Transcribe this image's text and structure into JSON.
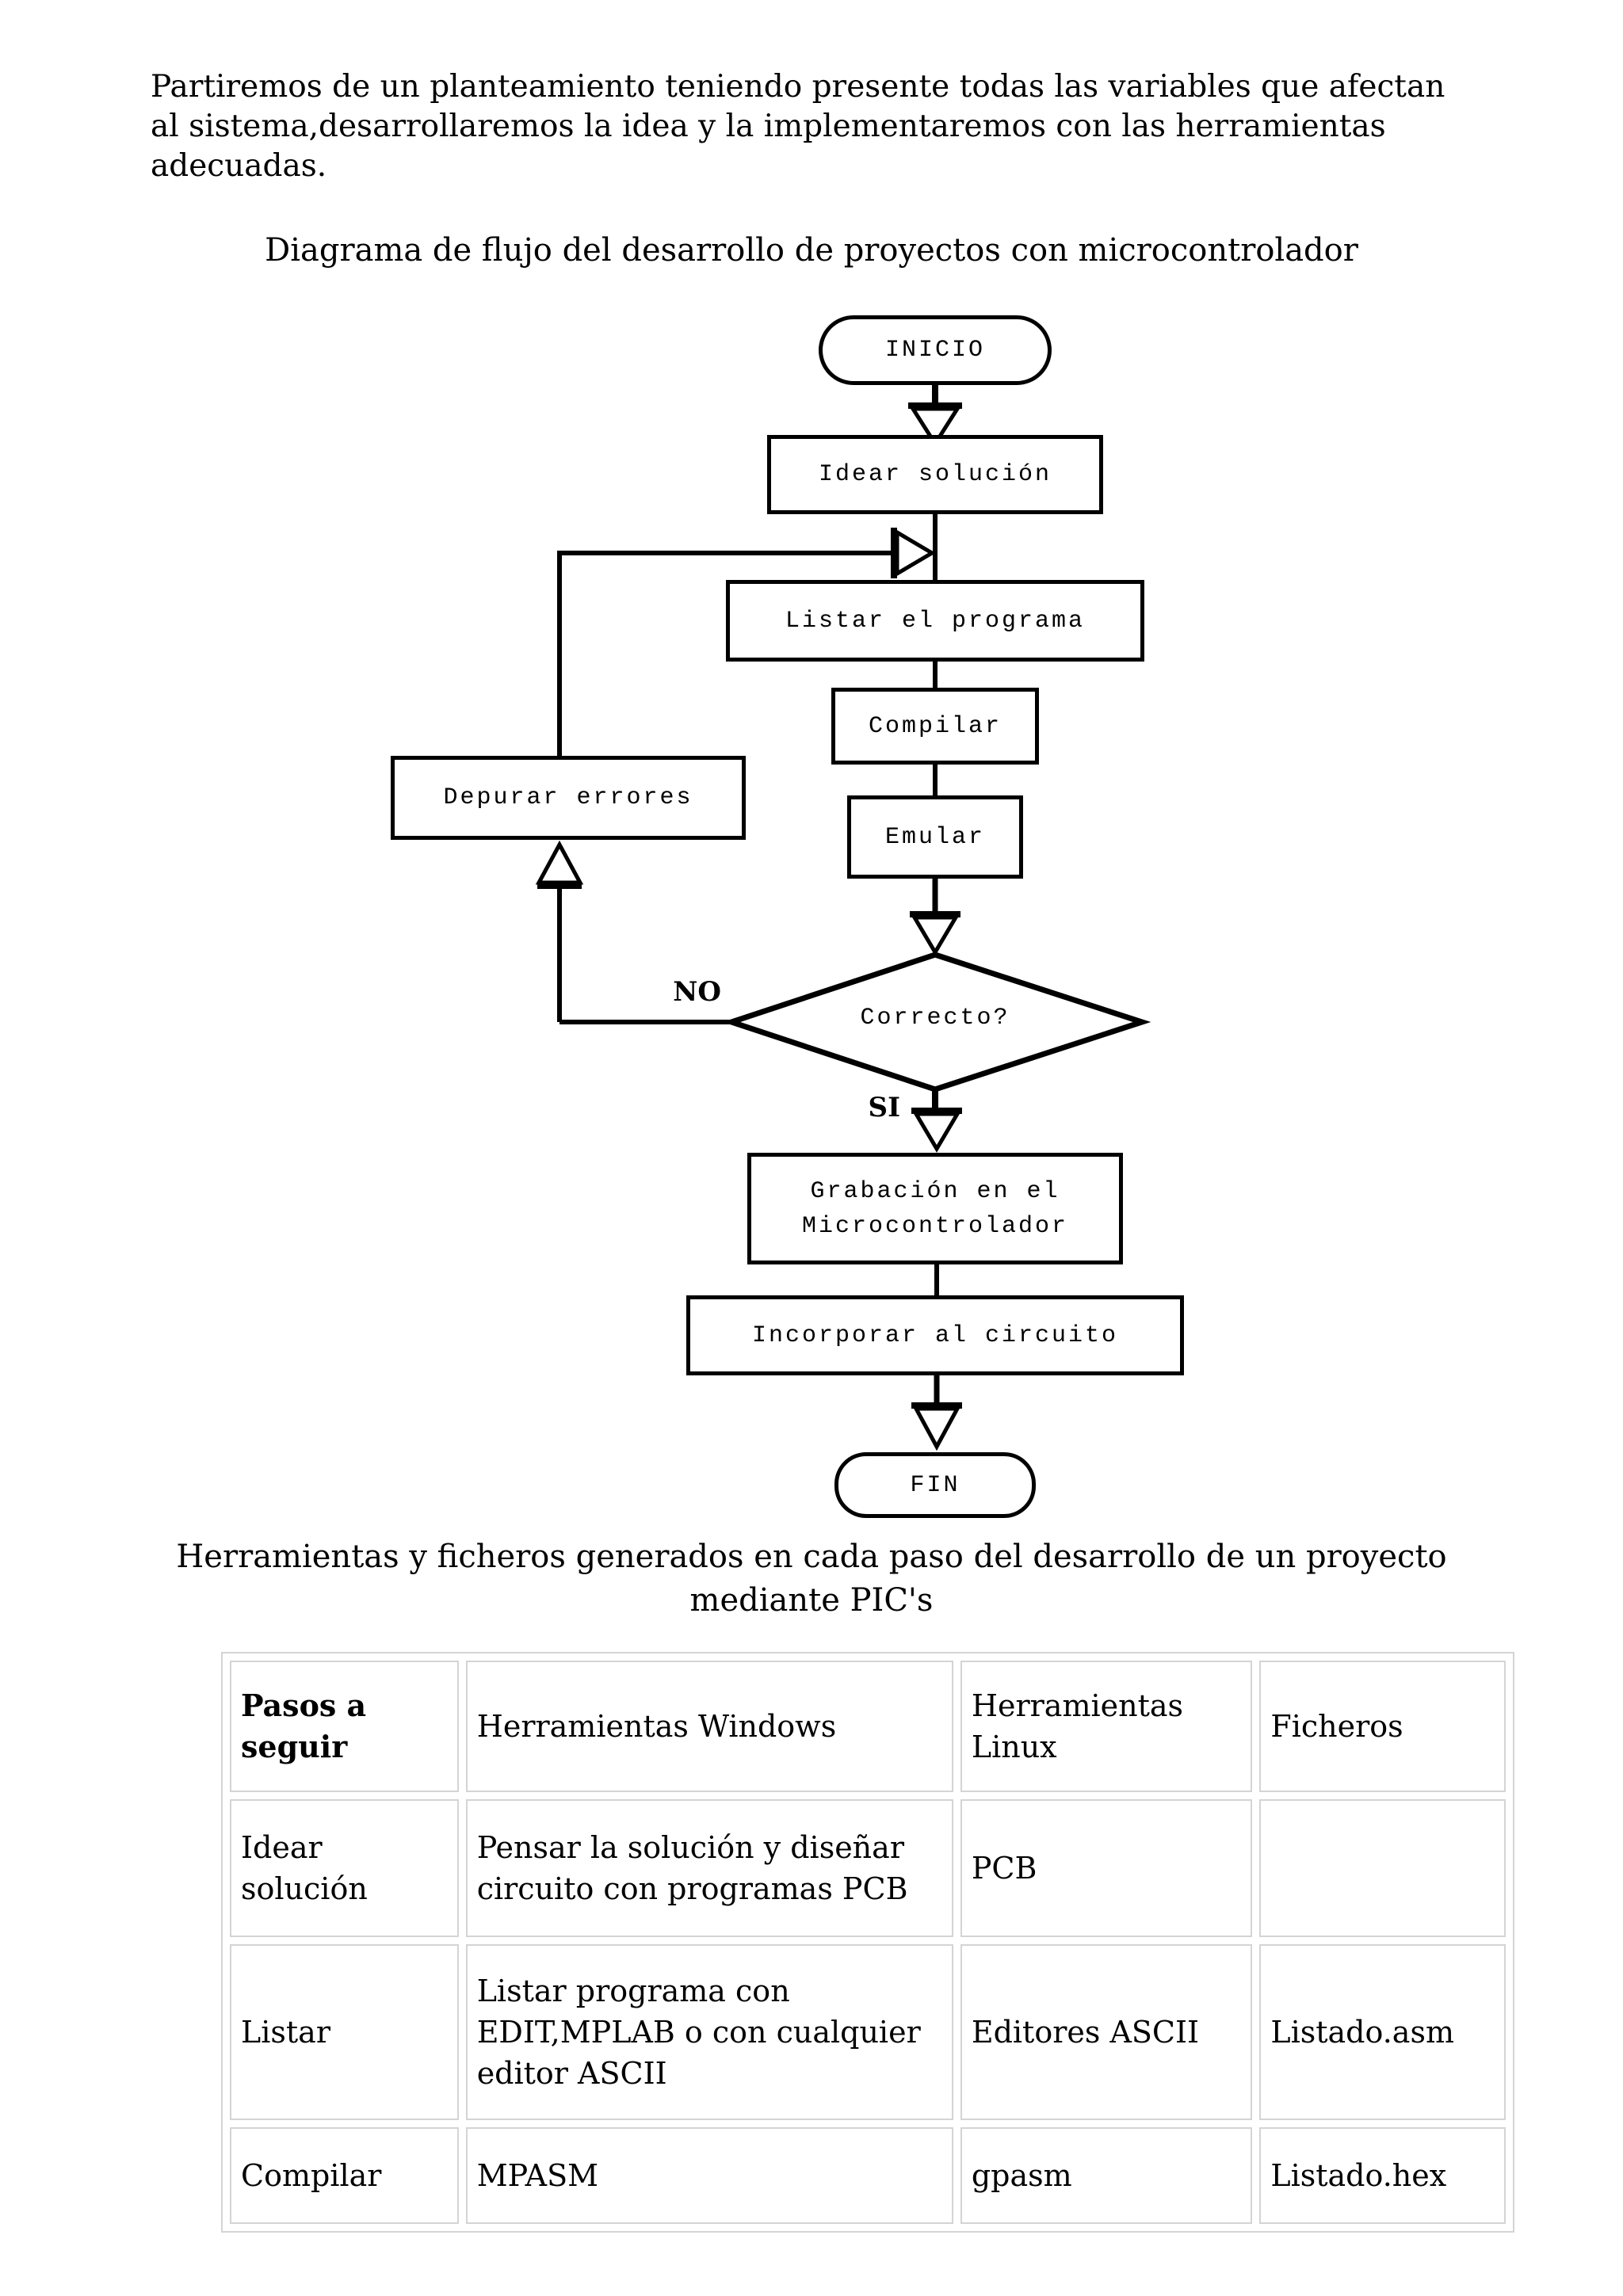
{
  "page": {
    "intro": "Partiremos de un planteamiento teniendo presente todas las variables que afectan\nal sistema,desarrollaremos la idea y la implementaremos con las herramientas\nadecuadas.",
    "flow_title": "Diagrama de flujo del desarrollo de proyectos con microcontrolador",
    "table_title": "Herramientas y ficheros generados en cada paso del desarrollo de un proyecto\nmediante PIC's"
  },
  "flowchart": {
    "nodes": {
      "inicio": "INICIO",
      "idear": "Idear solución",
      "listar": "Listar el programa",
      "compilar": "Compilar",
      "emular": "Emular",
      "depurar": "Depurar errores",
      "correcto": "Correcto?",
      "grabacion": "Grabación en el\nMicrocontrolador",
      "incorporar": "Incorporar al circuito",
      "fin": "FIN"
    },
    "labels": {
      "no": "NO",
      "si": "SI"
    }
  },
  "table": {
    "headers": [
      "Pasos a seguir",
      "Herramientas Windows",
      "Herramientas Linux",
      "Ficheros"
    ],
    "rows": [
      [
        "Idear solución",
        "Pensar la solución y diseñar circuito con programas PCB",
        "PCB",
        ""
      ],
      [
        "Listar",
        "Listar programa con\nEDIT,MPLAB o con cualquier\neditor ASCII",
        "Editores ASCII",
        "Listado.asm"
      ],
      [
        "Compilar",
        "MPASM",
        "gpasm",
        "Listado.hex"
      ]
    ]
  },
  "colors": {
    "line": "#000000",
    "table_border": "#d4d4d4",
    "text": "#000000",
    "background": "#ffffff"
  }
}
